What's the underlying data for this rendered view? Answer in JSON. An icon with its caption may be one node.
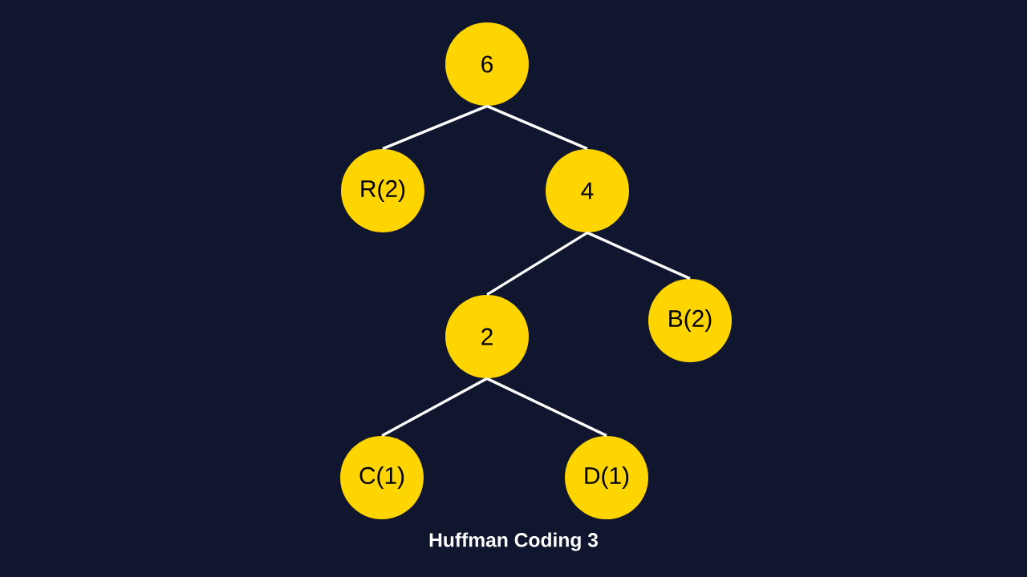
{
  "diagram": {
    "title": "Huffman Coding 3",
    "nodes": [
      {
        "text": [
          "6"
        ]
      },
      {
        "text": [
          "R(2)"
        ]
      },
      {
        "text": [
          "4"
        ]
      },
      {
        "text": [
          "2"
        ]
      },
      {
        "text": [
          "B(2)"
        ]
      },
      {
        "text": [
          "C(1)"
        ]
      },
      {
        "text": [
          "D(1)"
        ]
      }
    ],
    "edges": [
      {
        "from": 0,
        "to": 1,
        "arrow": "none"
      },
      {
        "from": 0,
        "to": 2,
        "arrow": "none"
      },
      {
        "from": 2,
        "to": 3,
        "arrow": "none"
      },
      {
        "from": 2,
        "to": 4,
        "arrow": "none"
      },
      {
        "from": 3,
        "to": 5,
        "arrow": "none"
      },
      {
        "from": 3,
        "to": 6,
        "arrow": "none"
      }
    ]
  }
}
